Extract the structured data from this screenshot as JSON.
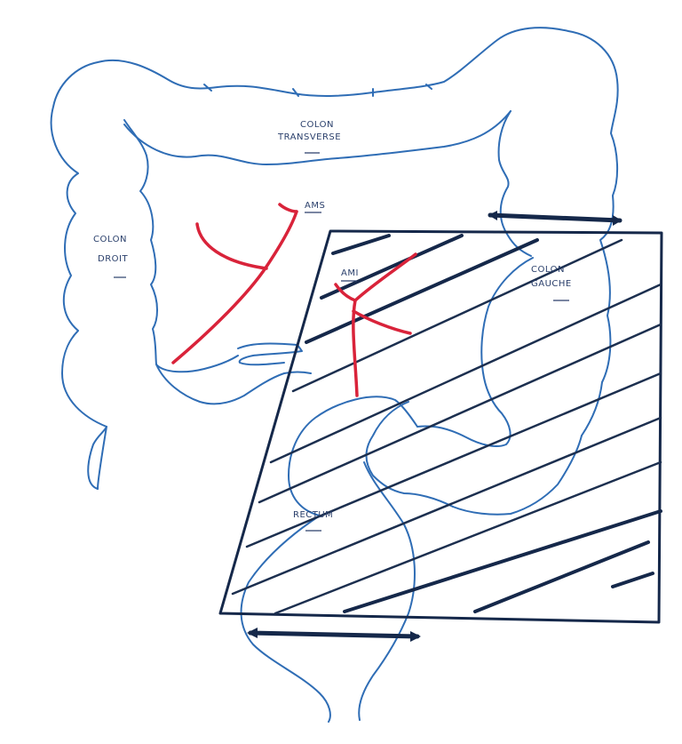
{
  "labels": {
    "colon_transverse_line1": "COLON",
    "colon_transverse_line2": "TRANSVERSE",
    "colon_droit_line1": "COLON",
    "colon_droit_line2": "DROIT",
    "colon_gauche_line1": "COLON",
    "colon_gauche_line2": "GAUCHE",
    "rectum": "RECTUM",
    "ams": "AMS",
    "ami": "AMI"
  },
  "colors": {
    "colon_outline": "#2f6db5",
    "artery": "#d9233a",
    "resection_frame": "#15284a"
  }
}
